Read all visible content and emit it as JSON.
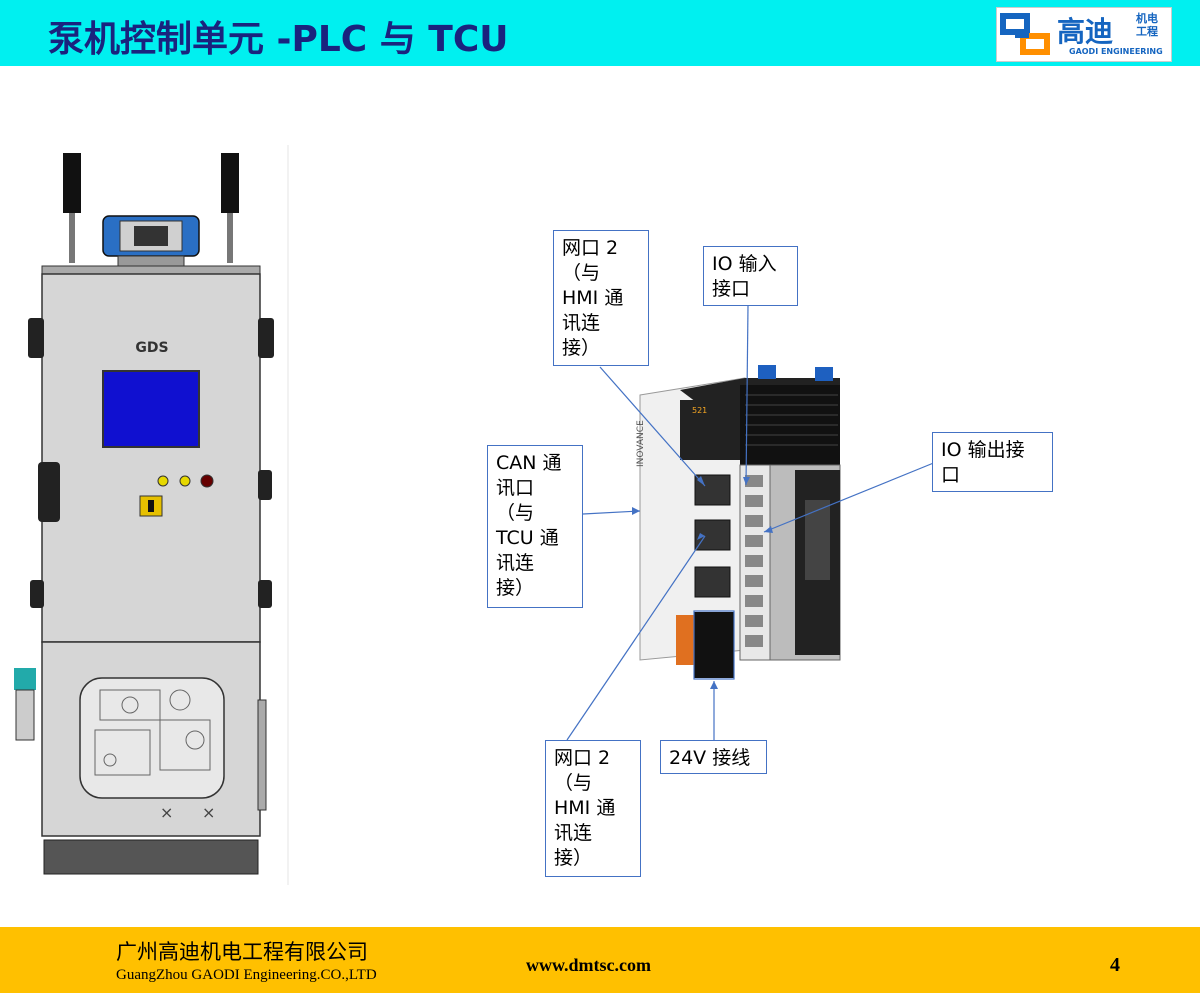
{
  "header": {
    "title": "泵机控制单元 -PLC 与 TCU",
    "logo": {
      "cn": "高迪",
      "cn_small": "机电工程",
      "en": "GAODI ENGINEERING"
    }
  },
  "panel": {
    "logo_text": "GDS"
  },
  "plc": {
    "brand": "INOVANCE",
    "model": "521"
  },
  "callouts": {
    "net2_top": "网口 2\n（与\nHMI 通\n讯连\n接）",
    "io_in": "IO 输入\n接口",
    "can": "CAN 通\n讯口\n（与\nTCU 通\n讯连\n接）",
    "io_out": "IO 输出接\n口",
    "net2_bottom": "网口 2\n（与\nHMI 通\n讯连\n接）",
    "v24": "24V 接线"
  },
  "footer": {
    "company_cn": "广州高迪机电工程有限公司",
    "company_en": "GuangZhou GAODI Engineering.CO.,LTD",
    "website": "www.dmtsc.com",
    "page": "4"
  },
  "colors": {
    "header_bg": "#00f0f0",
    "title": "#1a237e",
    "footer_bg": "#ffc000",
    "callout_border": "#4472c4",
    "screen": "#1010d0"
  }
}
